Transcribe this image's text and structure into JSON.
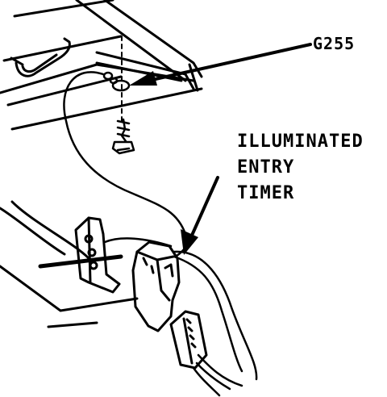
{
  "labels": {
    "ground": "G255",
    "component": [
      "ILLUMINATED",
      "ENTRY",
      "TIMER"
    ]
  },
  "colors": {
    "ink": "#000000",
    "paper": "#ffffff"
  }
}
